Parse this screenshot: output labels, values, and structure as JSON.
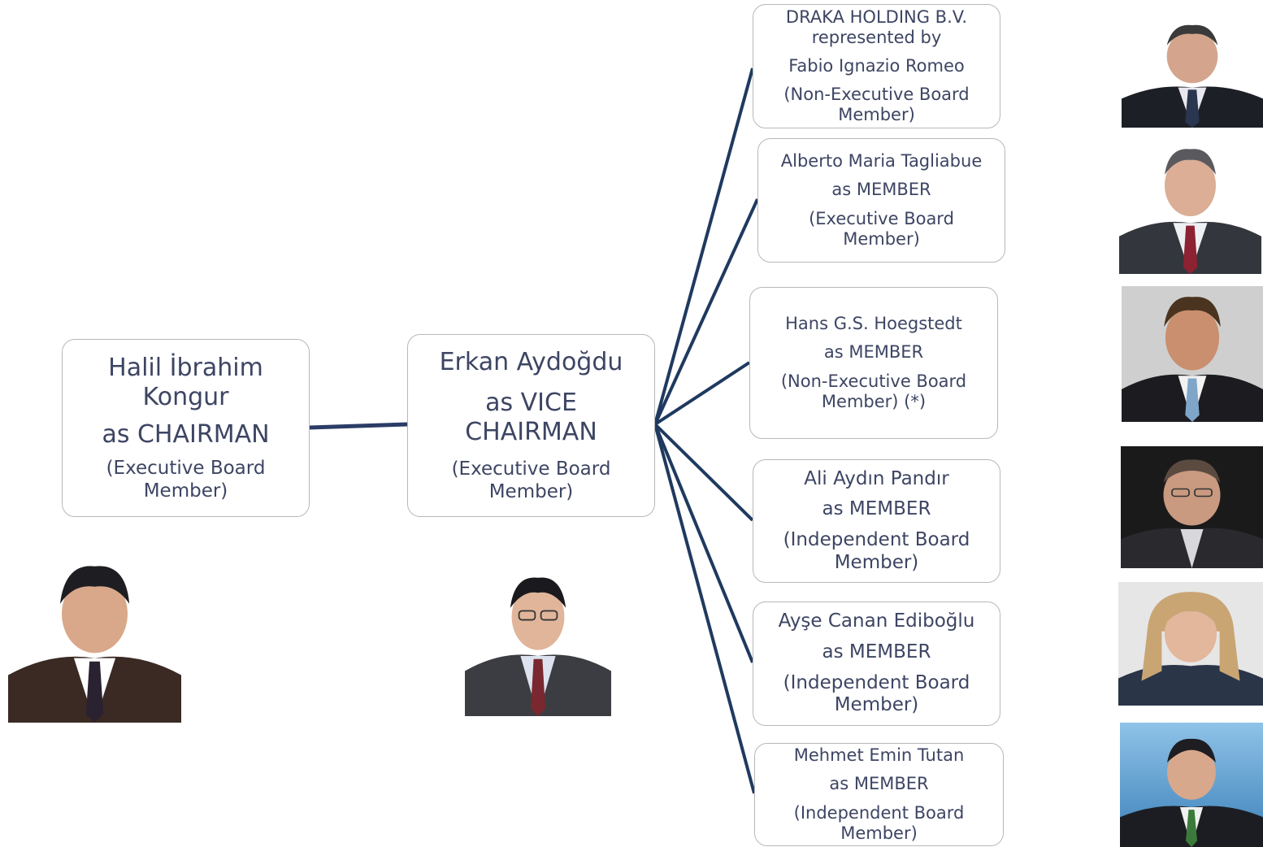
{
  "chairman": {
    "name": "Halil İbrahim Kongur",
    "role": "as CHAIRMAN",
    "type": "(Executive Board Member)"
  },
  "vice_chairman": {
    "name": "Erkan Aydoğdu",
    "role": "as  VICE CHAIRMAN",
    "type": "(Executive Board Member)"
  },
  "members": [
    {
      "name": "DRAKA HOLDING B.V.",
      "rep": "represented by",
      "person": "Fabio Ignazio Romeo",
      "type": "(Non-Executive Board Member)"
    },
    {
      "name": "Alberto Maria Tagliabue",
      "role": "as MEMBER",
      "type": "(Executive Board Member)"
    },
    {
      "name": "Hans G.S. Hoegstedt",
      "role": "as MEMBER",
      "type": "(Non-Executive Board Member) (*)"
    },
    {
      "name": "Ali Aydın Pandır",
      "role": "as MEMBER",
      "type": "(Independent Board Member)"
    },
    {
      "name": "Ayşe Canan Ediboğlu",
      "role": "as MEMBER",
      "type": "(Independent Board Member)"
    },
    {
      "name": "Mehmet Emin Tutan",
      "role": "as MEMBER",
      "type": "(Independent Board Member)"
    }
  ],
  "colors": {
    "connector": "#1f3a5f",
    "text": "#3d4563",
    "box_border": "#b8b8b8"
  }
}
